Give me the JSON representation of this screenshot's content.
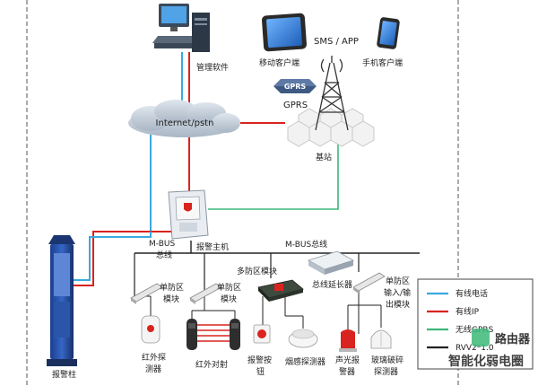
{
  "labels": {
    "mgmt_software": "管理软件",
    "mobile_client": "移动客户端",
    "phone_client": "手机客户端",
    "sms_app": "SMS / APP",
    "gprs_badge": "GPRS",
    "gprs_text": "GPRS",
    "cloud": "Internet/pstn",
    "base_station": "基站",
    "alarm_host": "报警主机",
    "mbus_bus_1": "M-BUS",
    "mbus_bus_2": "总线",
    "mbus_line": "M-BUS总线",
    "bus_extender": "总线延长器",
    "multi_zone": "多防区模块",
    "single_zone_a_1": "单防区",
    "single_zone_a_2": "模块",
    "single_zone_b_1": "单防区",
    "single_zone_b_2": "模块",
    "single_zone_io_1": "单防区",
    "single_zone_io_2": "输入/输",
    "single_zone_io_3": "出模块",
    "ir_detector_1": "红外探",
    "ir_detector_2": "测器",
    "ir_beam": "红外对射",
    "alarm_button_1": "报警按",
    "alarm_button_2": "钮",
    "smoke_detector": "烟感探测器",
    "siren_1": "声光报",
    "siren_2": "警器",
    "glass_break_1": "玻璃破碎",
    "glass_break_2": "探测器",
    "alarm_pillar": "报警柱"
  },
  "legend": {
    "items": [
      {
        "label": "有线电话",
        "color": "#3aa9e0"
      },
      {
        "label": "有线IP",
        "color": "#d9231f"
      },
      {
        "label": "无线GPRS",
        "color": "#3cb878"
      },
      {
        "label": "RVV2*1.0",
        "color": "#222222"
      }
    ]
  },
  "watermark": {
    "line1": "路由器",
    "line2": "智能化弱电圈"
  },
  "colors": {
    "phone": "#3aa9e0",
    "ip": "#d9231f",
    "gprs": "#3cb878",
    "bus": "#222222"
  }
}
